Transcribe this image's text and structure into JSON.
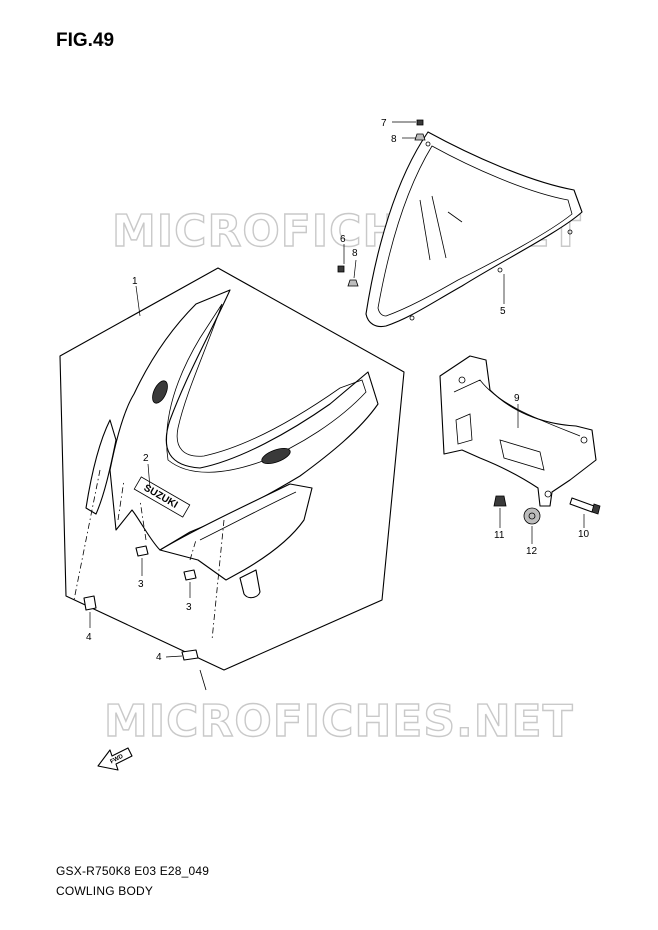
{
  "figure": {
    "title": "FIG.49"
  },
  "footer": {
    "model_code": "GSX-R750K8 E03 E28_049",
    "section_name": "COWLING BODY"
  },
  "watermark": {
    "text": "MICROFICHES.NET"
  },
  "callouts": [
    {
      "id": "c1",
      "label": "1"
    },
    {
      "id": "c2",
      "label": "2"
    },
    {
      "id": "c3a",
      "label": "3"
    },
    {
      "id": "c3b",
      "label": "3"
    },
    {
      "id": "c4a",
      "label": "4"
    },
    {
      "id": "c4b",
      "label": "4"
    },
    {
      "id": "c5",
      "label": "5"
    },
    {
      "id": "c6",
      "label": "6"
    },
    {
      "id": "c7",
      "label": "7"
    },
    {
      "id": "c8a",
      "label": "8"
    },
    {
      "id": "c8b",
      "label": "8"
    },
    {
      "id": "c9",
      "label": "9"
    },
    {
      "id": "c10",
      "label": "10"
    },
    {
      "id": "c11",
      "label": "11"
    },
    {
      "id": "c12",
      "label": "12"
    }
  ],
  "decals": {
    "brand": "SUZUKI",
    "arrow": "FWD"
  }
}
